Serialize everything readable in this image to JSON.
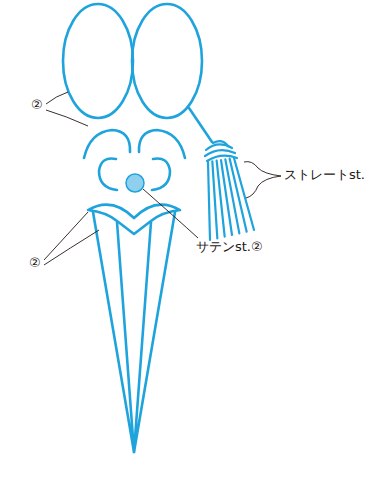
{
  "diagram": {
    "labels": [
      "②",
      "ストレートst.",
      "サテンst.②",
      "②"
    ]
  }
}
